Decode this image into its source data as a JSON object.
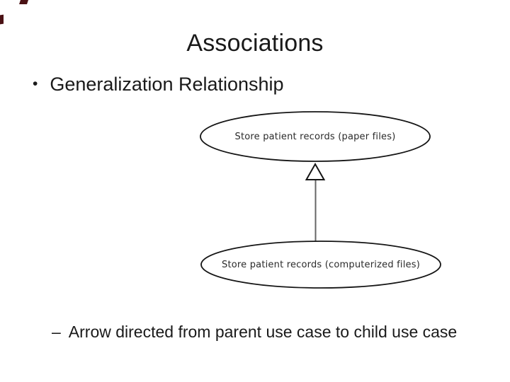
{
  "slide": {
    "title": "Associations",
    "bullet_glyph": "•",
    "bullet_text": "Generalization Relationship",
    "sub_bullet_dash": "–",
    "sub_bullet_text": "Arrow directed from parent use case to child use case"
  },
  "diagram": {
    "type": "uml-use-case-generalization",
    "parent_use_case_label": "Store patient records (paper files)",
    "child_use_case_label": "Store patient records (computerized files)",
    "relationship": "generalization arrow from child up to parent (hollow triangle at parent end)"
  },
  "colors": {
    "background": "#ffffff",
    "text": "#1a1a1a",
    "diagram_stroke": "#151515",
    "connector_line": "#666666",
    "corner_mark": "#4a1114"
  }
}
